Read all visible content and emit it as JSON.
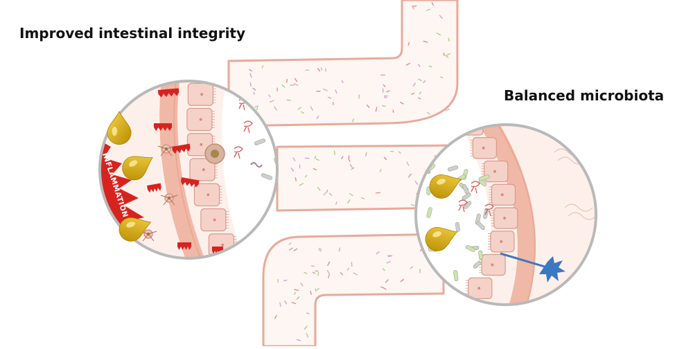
{
  "labels": {
    "left_title": "Improved intestinal integrity",
    "right_title": "Balanced microbiota",
    "inflammation": "INFLAMMATION"
  },
  "colors": {
    "gut_wall": "#e8a99a",
    "gut_fill": "#fdf1ec",
    "tissue_fill": "#fbe4da",
    "muscle_band": "#f0b8a6",
    "cell_fill": "#f5d2c8",
    "cell_stroke": "#d89a8c",
    "circle_border": "#b9b9b9",
    "inflammation_red": "#d7231f",
    "oil_gold": "#e3b30c",
    "oil_highlight": "#fff3b0",
    "bacteria_green": "#cfe3b0",
    "bacteria_grey": "#cfcfcf",
    "bacteria_red": "#e88a8a",
    "nerve_blue": "#3b78c2",
    "immune_cell": "#c79a86"
  },
  "icons": [
    "oil-drop-icon",
    "bacterium-icon",
    "immune-cell-icon",
    "nerve-cell-icon",
    "inflammation-burst-icon"
  ]
}
